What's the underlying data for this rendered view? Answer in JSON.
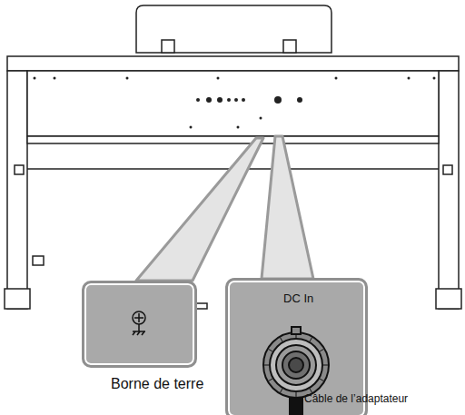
{
  "diagram": {
    "nodes": [
      {
        "text": [
          "Borne de terre"
        ]
      },
      {
        "text": [
          "DC In"
        ]
      }
    ],
    "labels": [
      "Câble de l’adaptateur"
    ]
  }
}
